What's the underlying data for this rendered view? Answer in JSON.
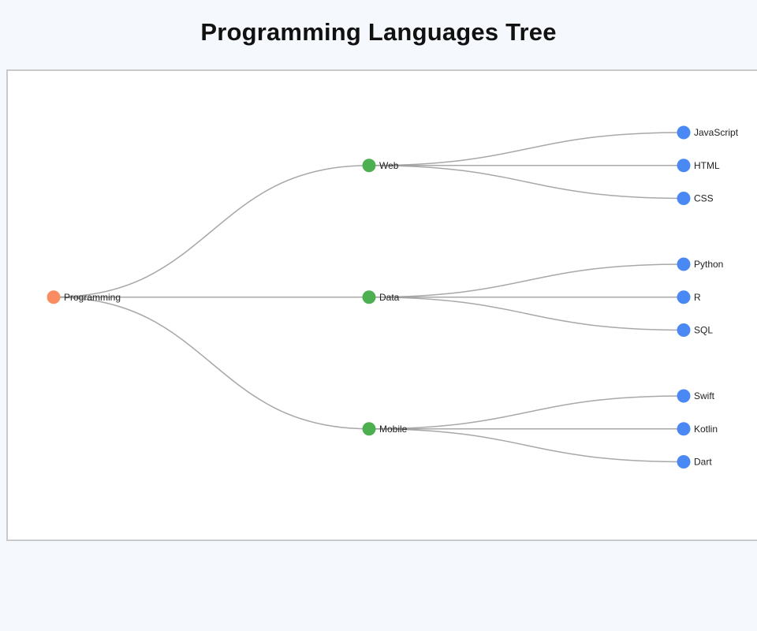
{
  "title": "Programming Languages Tree",
  "chart_data": {
    "type": "tree",
    "orientation": "left-to-right",
    "title": "Programming Languages Tree",
    "legend_position": "none",
    "grid": false,
    "link_color": "#999999",
    "label_color": "#222222",
    "node_colors": {
      "root": "#f98c60",
      "branch": "#4caf50",
      "leaf": "#4a89f4"
    },
    "root": {
      "name": "Programming",
      "children": [
        {
          "name": "Web",
          "children": [
            {
              "name": "JavaScript"
            },
            {
              "name": "HTML"
            },
            {
              "name": "CSS"
            }
          ]
        },
        {
          "name": "Data",
          "children": [
            {
              "name": "Python"
            },
            {
              "name": "R"
            },
            {
              "name": "SQL"
            }
          ]
        },
        {
          "name": "Mobile",
          "children": [
            {
              "name": "Swift"
            },
            {
              "name": "Kotlin"
            },
            {
              "name": "Dart"
            }
          ]
        }
      ]
    }
  }
}
